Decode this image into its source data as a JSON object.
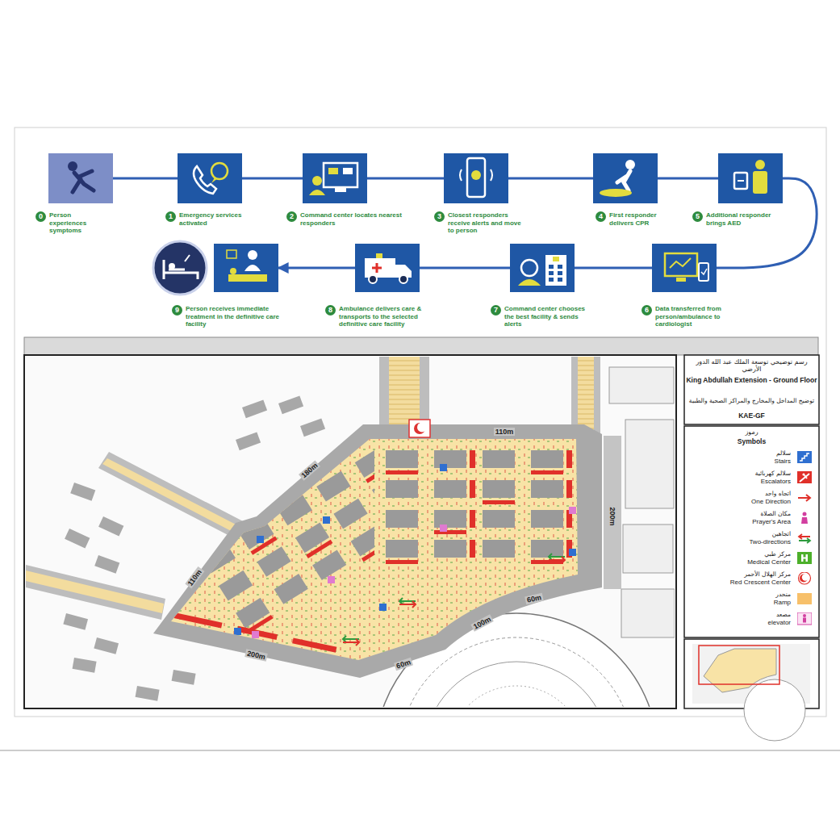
{
  "diagram": {
    "nodes": [
      {
        "text": [
          "0",
          "Person experiences symptoms"
        ]
      },
      {
        "text": [
          "1",
          "Emergency services activated"
        ]
      },
      {
        "text": [
          "2",
          "Command center locates nearest responders"
        ]
      },
      {
        "text": [
          "3",
          "Closest responders receive alerts and move to person"
        ]
      },
      {
        "text": [
          "4",
          "First responder delivers CPR"
        ]
      },
      {
        "text": [
          "5",
          "Additional responder brings AED"
        ]
      },
      {
        "text": [
          "6",
          "Data transferred from person/ambulance to cardiologist"
        ]
      },
      {
        "text": [
          "7",
          "Command center chooses the best facility & sends alerts"
        ]
      },
      {
        "text": [
          "8",
          "Ambulance delivers care & transports to the selected definitive care facility"
        ]
      },
      {
        "text": [
          "9",
          "Person receives immediate treatment in the definitive care facility"
        ]
      }
    ],
    "edges": [
      {
        "from": 0,
        "to": 1,
        "arrow": "none"
      },
      {
        "from": 1,
        "to": 2,
        "arrow": "none"
      },
      {
        "from": 2,
        "to": 3,
        "arrow": "none"
      },
      {
        "from": 3,
        "to": 4,
        "arrow": "none"
      },
      {
        "from": 4,
        "to": 5,
        "arrow": "none"
      },
      {
        "from": 5,
        "to": 6,
        "arrow": "none"
      },
      {
        "from": 6,
        "to": 7,
        "arrow": "none"
      },
      {
        "from": 7,
        "to": 8,
        "arrow": "none"
      },
      {
        "from": 8,
        "to": 9,
        "arrow": "to"
      }
    ],
    "labels": [
      "110m",
      "180m",
      "110m",
      "200m",
      "60m",
      "100m",
      "60m",
      "200m",
      "رسم توضيحي توسعة الملك عبد الله الدور الأرضي",
      "King Abdullah Extension - Ground Floor",
      "توضيح المداخل والمخارج والمراكز الصحية والطبية",
      "KAE-GF",
      "رموز",
      "Symbols",
      "سلالم",
      "سلالم كهربائية",
      "اتجاه واحد",
      "مكان الصلاة",
      "اتجاهين",
      "مركز طبي",
      "مركز الهلال الأحمر",
      "منحدر",
      "مصعد"
    ],
    "legend": [
      {
        "text": "Stairs"
      },
      {
        "text": "Escalators"
      },
      {
        "text": "One Direction"
      },
      {
        "text": "Prayer's Area"
      },
      {
        "text": "Two-directions"
      },
      {
        "text": "Medical Center"
      },
      {
        "text": "Red Crescent Center"
      },
      {
        "text": "Ramp",
        "color": "#f7c06a"
      },
      {
        "text": "elevator"
      }
    ]
  }
}
